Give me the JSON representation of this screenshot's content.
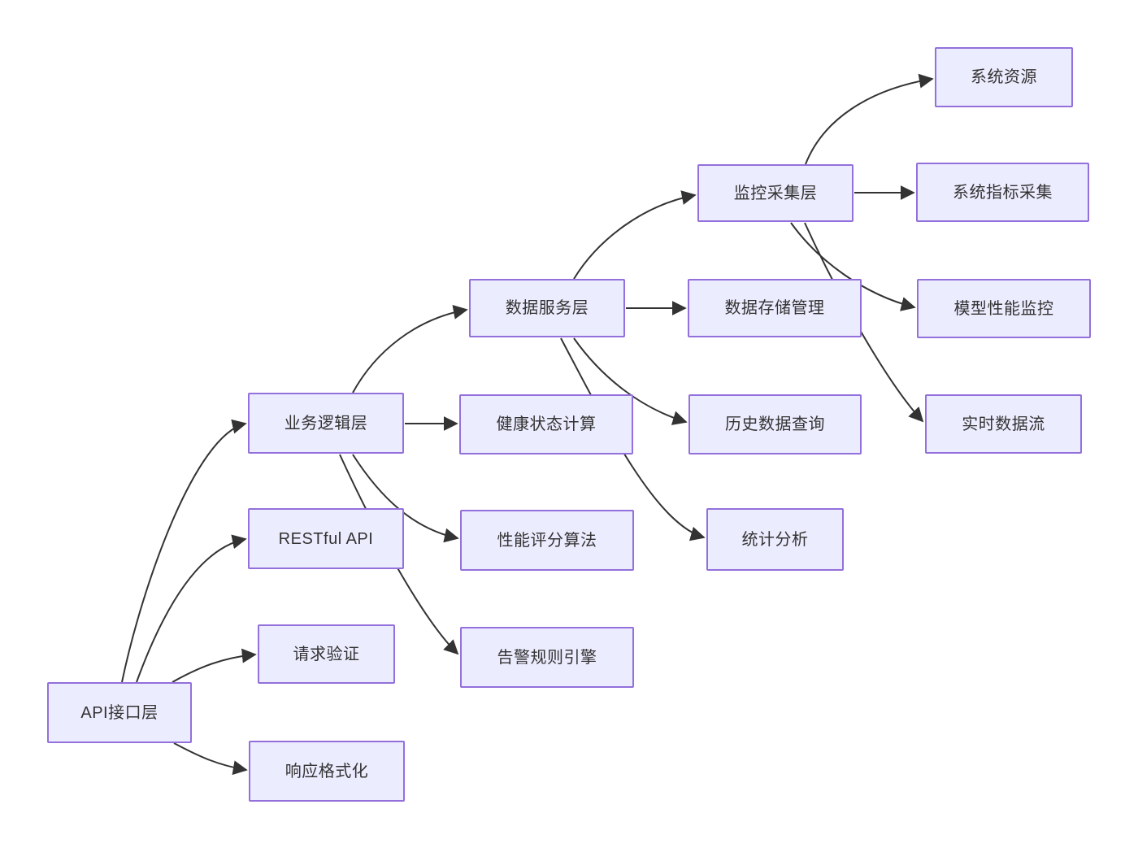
{
  "diagram": {
    "type": "flowchart",
    "colors": {
      "bg": "#ffffff",
      "node_fill": "#ECECFF",
      "node_border": "#9370DB",
      "edge_color": "#333333",
      "text_color": "#333333"
    },
    "nodes": [
      {
        "id": "api",
        "label": "API接口层"
      },
      {
        "id": "biz",
        "label": "业务逻辑层"
      },
      {
        "id": "rest",
        "label": "RESTful API"
      },
      {
        "id": "reqval",
        "label": "请求验证"
      },
      {
        "id": "respfmt",
        "label": "响应格式化"
      },
      {
        "id": "datasvc",
        "label": "数据服务层"
      },
      {
        "id": "health",
        "label": "健康状态计算"
      },
      {
        "id": "perf",
        "label": "性能评分算法"
      },
      {
        "id": "alert",
        "label": "告警规则引擎"
      },
      {
        "id": "monitor",
        "label": "监控采集层"
      },
      {
        "id": "storage",
        "label": "数据存储管理"
      },
      {
        "id": "history",
        "label": "历史数据查询"
      },
      {
        "id": "stats",
        "label": "统计分析"
      },
      {
        "id": "sysres",
        "label": "系统资源"
      },
      {
        "id": "sysmetric",
        "label": "系统指标采集"
      },
      {
        "id": "modelperf",
        "label": "模型性能监控"
      },
      {
        "id": "realtime",
        "label": "实时数据流"
      }
    ],
    "edges": [
      {
        "from": "API接口层",
        "to": "业务逻辑层"
      },
      {
        "from": "API接口层",
        "to": "RESTful API"
      },
      {
        "from": "API接口层",
        "to": "请求验证"
      },
      {
        "from": "API接口层",
        "to": "响应格式化"
      },
      {
        "from": "业务逻辑层",
        "to": "数据服务层"
      },
      {
        "from": "业务逻辑层",
        "to": "健康状态计算"
      },
      {
        "from": "业务逻辑层",
        "to": "性能评分算法"
      },
      {
        "from": "业务逻辑层",
        "to": "告警规则引擎"
      },
      {
        "from": "数据服务层",
        "to": "监控采集层"
      },
      {
        "from": "数据服务层",
        "to": "数据存储管理"
      },
      {
        "from": "数据服务层",
        "to": "历史数据查询"
      },
      {
        "from": "数据服务层",
        "to": "统计分析"
      },
      {
        "from": "监控采集层",
        "to": "系统资源"
      },
      {
        "from": "监控采集层",
        "to": "系统指标采集"
      },
      {
        "from": "监控采集层",
        "to": "模型性能监控"
      },
      {
        "from": "监控采集层",
        "to": "实时数据流"
      }
    ]
  }
}
